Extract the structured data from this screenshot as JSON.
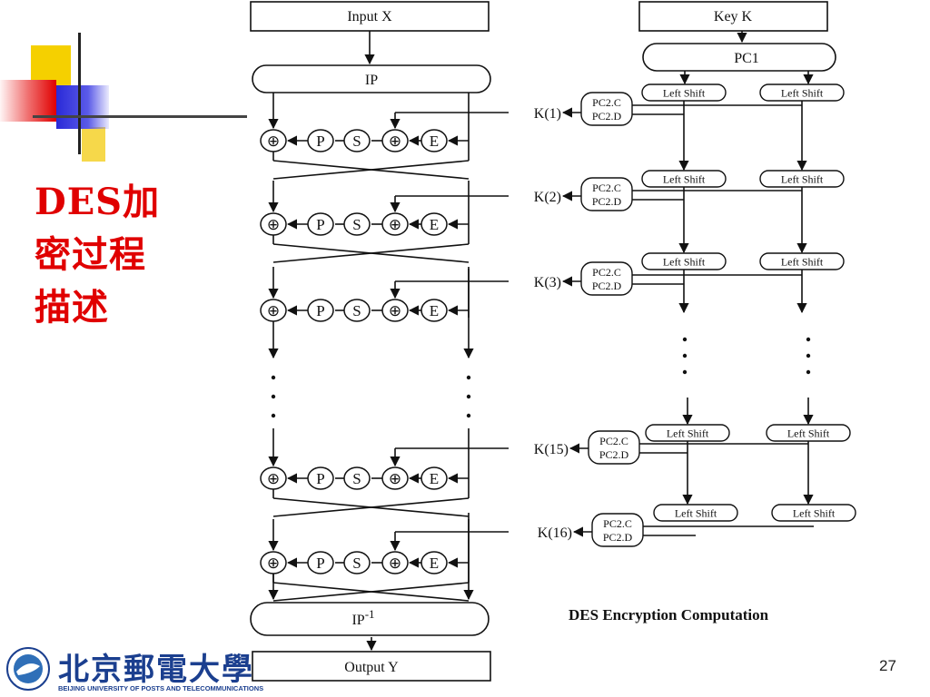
{
  "slide": {
    "title_lines": [
      "DES加",
      "密过程",
      "描述"
    ],
    "page_number": "27"
  },
  "logo": {
    "chinese_name": "北京郵電大學",
    "english_name": "BEIJING UNIVERSITY OF POSTS AND TELECOMMUNICATIONS"
  },
  "diagram": {
    "input_label": "Input X",
    "key_label": "Key K",
    "ip_label": "IP",
    "ip_inverse_label": "IP",
    "ip_inverse_superscript": "-1",
    "output_label": "Output  Y",
    "pc1_label": "PC1",
    "left_shift_label": "Left Shift",
    "pc2c_label": "PC2.C",
    "pc2d_label": "PC2.D",
    "round_keys": [
      "K(1)",
      "K(2)",
      "K(3)",
      "K(15)",
      "K(16)"
    ],
    "xor_symbol": "⊕",
    "p_label": "P",
    "s_label": "S",
    "e_label": "E",
    "caption": "DES Encryption Computation"
  },
  "colors": {
    "title_red": "#e00000",
    "logo_blue": "#1b3f8f",
    "deco_yellow": "#f5d000",
    "deco_blue": "#2a2ad8"
  }
}
